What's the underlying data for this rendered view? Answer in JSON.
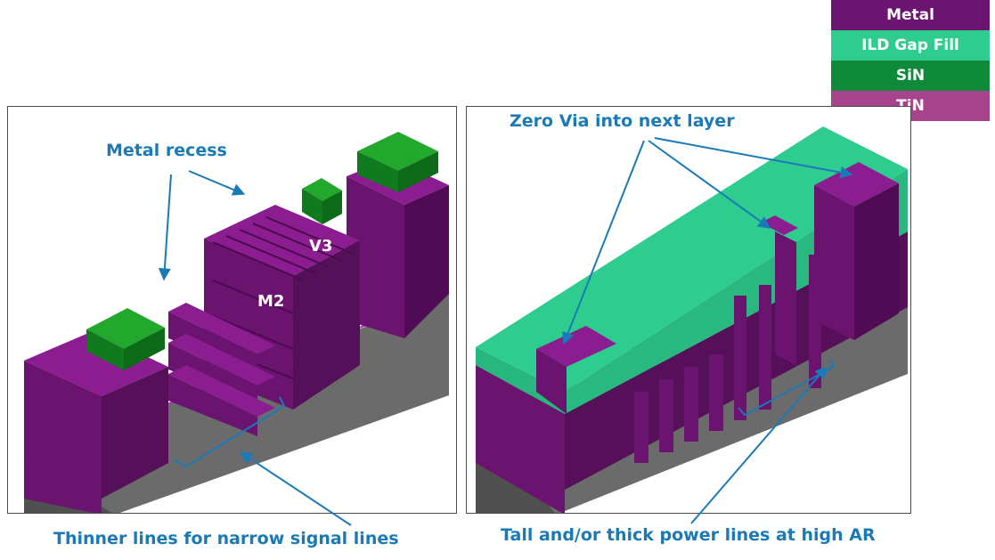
{
  "legend": {
    "items": [
      {
        "label": "Metal",
        "color": "#6b1470"
      },
      {
        "label": "ILD Gap Fill",
        "color": "#2ecc8e"
      },
      {
        "label": "SiN",
        "color": "#0e8a3a"
      },
      {
        "label": "TiN",
        "color": "#a8448e"
      }
    ]
  },
  "left_panel": {
    "annotation_recess": "Metal recess",
    "label_v3": "V3",
    "label_m2": "M2",
    "caption": "Thinner lines for narrow signal lines"
  },
  "right_panel": {
    "annotation_via": "Zero Via into next layer",
    "caption": "Tall and/or thick power lines at high AR"
  },
  "colors": {
    "metal_front": "#6a136f",
    "metal_top": "#8b1d90",
    "metal_side": "#4f0b53",
    "substrate_top": "#6b6b6b",
    "substrate_front": "#505050",
    "ild_top": "#2ecc8e",
    "ild_front": "#27b67d",
    "sin_top": "#22a82d",
    "sin_front": "#0f7a1e",
    "tin": "#b42bbf",
    "annotation": "#1a7ab8"
  }
}
